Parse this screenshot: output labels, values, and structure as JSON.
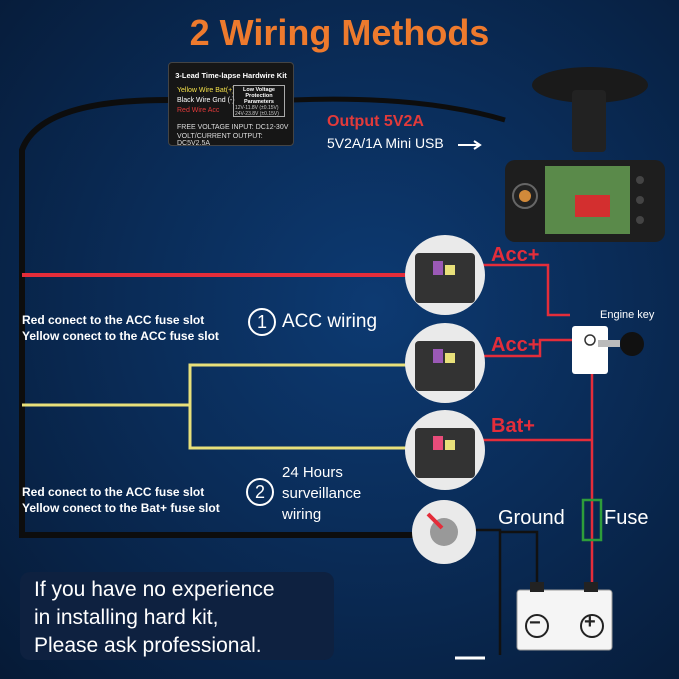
{
  "title": "2 Wiring Methods",
  "kit": {
    "title": "3-Lead Time-lapse Hardwire Kit",
    "line1": "Yellow Wire Bat(+)",
    "line2": "Black Wire Gnd (-)",
    "line3": "Red Wire Acc",
    "protection_title": "Low Voltage Protection Parameters",
    "protection_line1": "12V-11.8V (±0.15V)",
    "protection_line2": "24V-23.8V (±0.15V)",
    "free_voltage": "FREE VOLTAGE INPUT: DC12-30V",
    "output": "VOLT/CURRENT OUTPUT: DC5V2.5A"
  },
  "output_label": "Output 5V2A",
  "usb_label": "5V2A/1A Mini USB",
  "labels": {
    "acc1": "Acc+",
    "acc2": "Acc+",
    "bat": "Bat+",
    "engine_key": "Engine key",
    "ground": "Ground",
    "fuse": "Fuse"
  },
  "method1": {
    "number": "1",
    "name": "ACC wiring",
    "line1": "Red conect to the ACC fuse slot",
    "line2": "Yellow conect to the ACC fuse slot"
  },
  "method2": {
    "number": "2",
    "name_line1": "24 Hours",
    "name_line2": "surveillance",
    "name_line3": "wiring",
    "line1": "Red conect to the ACC fuse slot",
    "line2": "Yellow conect to the Bat+ fuse slot"
  },
  "notice": {
    "line1": "If you have no experience",
    "line2": "in installing hard kit,",
    "line3": "Please ask professional."
  },
  "battery": {
    "minus": "−",
    "plus": "+"
  },
  "colors": {
    "red_wire": "#e42d3a",
    "yellow_wire": "#e8e07a",
    "black_wire": "#111111",
    "title": "#ee7a2d"
  },
  "icons": [
    "suction-mount-icon",
    "dashcam-icon",
    "fuse-box-icon",
    "ground-bolt-icon",
    "engine-key-icon",
    "battery-icon",
    "arrow-right-icon"
  ]
}
